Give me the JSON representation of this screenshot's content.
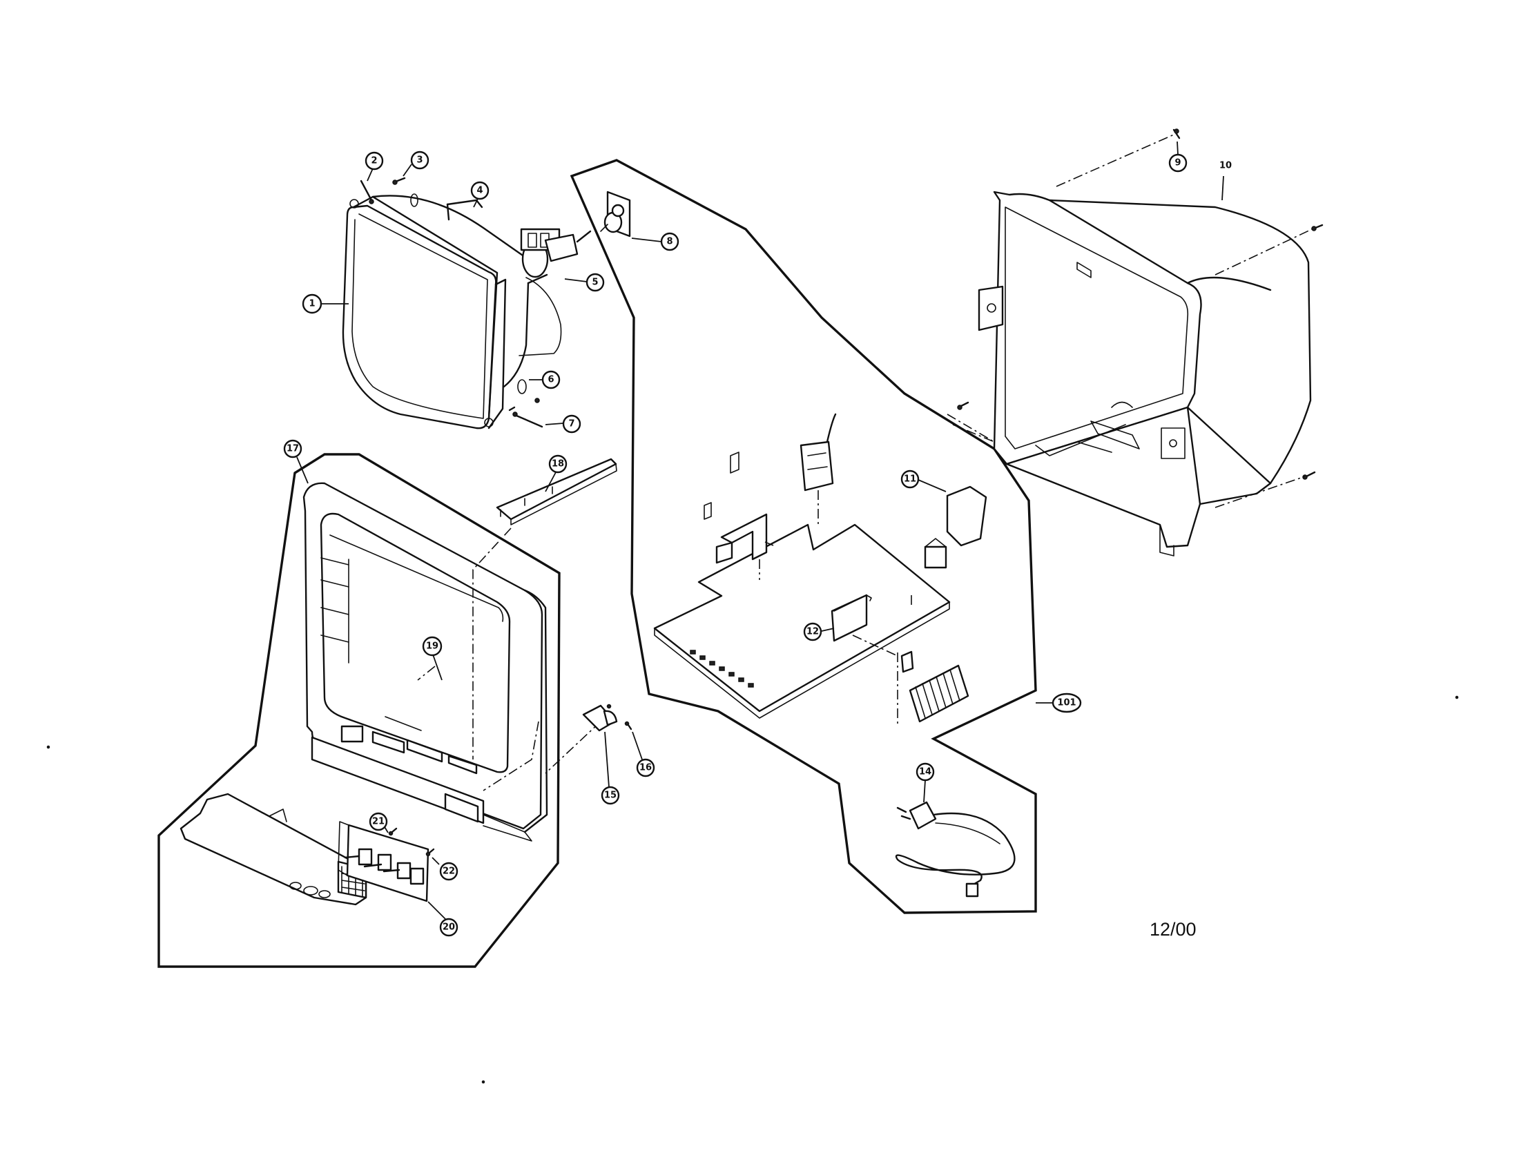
{
  "callouts": {
    "c1": "1",
    "c2": "2",
    "c3": "3",
    "c4": "4",
    "c5": "5",
    "c6": "6",
    "c7": "7",
    "c8": "8",
    "c9": "9",
    "c10": "10",
    "c11": "11",
    "c12": "12",
    "c14": "14",
    "c15": "15",
    "c16": "16",
    "c17": "17",
    "c18": "18",
    "c19": "19",
    "c20": "20",
    "c21": "21",
    "c22": "22",
    "c101": "101"
  },
  "revision_date": "12/00"
}
